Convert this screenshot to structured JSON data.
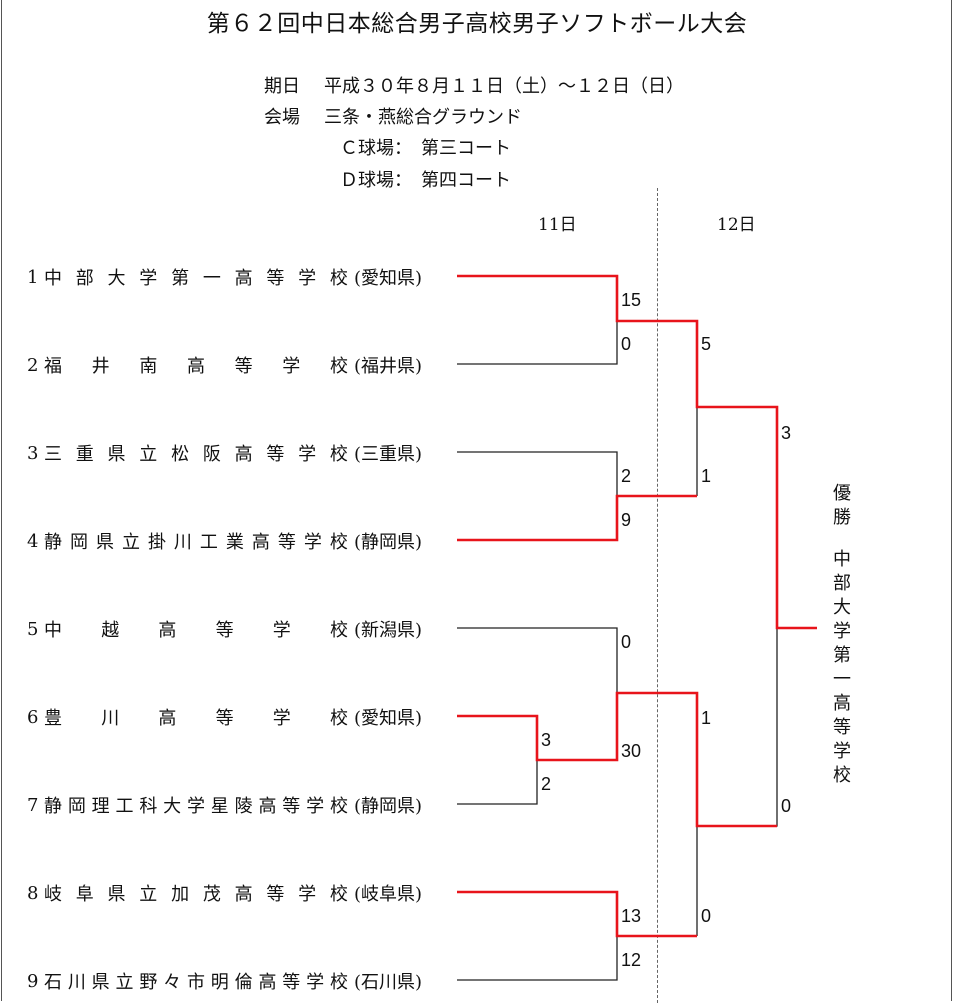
{
  "title": "第６２回中日本総合男子高校男子ソフトボール大会",
  "info": {
    "date_label": "期日",
    "date_value": "平成３０年８月１１日（土）～１２日（日）",
    "venue_label": "会場",
    "venue_value": "三条・燕総合グラウンド",
    "court_c": "Ｃ球場：　第三コート",
    "court_d": "Ｄ球場：　第四コート"
  },
  "days": {
    "day1": "11日",
    "day2": "12日"
  },
  "teams": [
    {
      "num": "1",
      "name": "中部大学第一高等学校",
      "pref": "(愛知県)"
    },
    {
      "num": "2",
      "name": "福井南高等学校",
      "pref": "(福井県)"
    },
    {
      "num": "3",
      "name": "三重県立松阪高等学校",
      "pref": "(三重県)"
    },
    {
      "num": "4",
      "name": "静岡県立掛川工業高等学校",
      "pref": "(静岡県)"
    },
    {
      "num": "5",
      "name": "中越高等学校",
      "pref": "(新潟県)"
    },
    {
      "num": "6",
      "name": "豊川高等学校",
      "pref": "(愛知県)"
    },
    {
      "num": "7",
      "name": "静岡理工科大学星陵高等学校",
      "pref": "(静岡県)"
    },
    {
      "num": "8",
      "name": "岐阜県立加茂高等学校",
      "pref": "(岐阜県)"
    },
    {
      "num": "9",
      "name": "石川県立野々市明倫高等学校",
      "pref": "(石川県)"
    }
  ],
  "scores": {
    "m1_top": "15",
    "m1_bottom": "0",
    "m2_top": "2",
    "m2_bottom": "9",
    "m3_top": "3",
    "m3_bottom": "2",
    "m4_top": "0",
    "m4_bottom": "30",
    "m5_top": "13",
    "m5_bottom": "12",
    "sf1_top": "5",
    "sf1_bottom": "1",
    "sf2_top": "1",
    "sf2_bottom": "0",
    "final_top": "3",
    "final_bottom": "0"
  },
  "winner": {
    "label": "優勝",
    "team": "中部大学第一高等学校"
  },
  "colors": {
    "win_line": "#e8141b",
    "line": "#222222"
  }
}
